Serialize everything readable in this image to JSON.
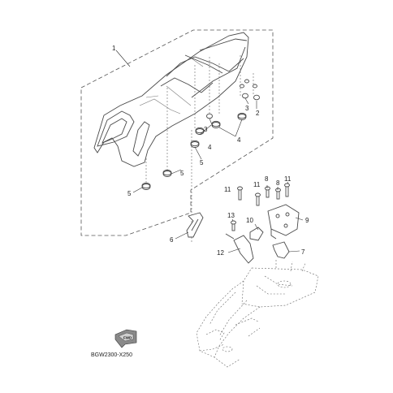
{
  "diagram": {
    "code": "BGW2300-X250",
    "front_marker": "FWD",
    "callouts": [
      "1",
      "2",
      "3",
      "3",
      "4",
      "4",
      "5",
      "5",
      "5",
      "6",
      "7",
      "8",
      "8",
      "9",
      "10",
      "11",
      "11",
      "11",
      "12",
      "13"
    ]
  }
}
